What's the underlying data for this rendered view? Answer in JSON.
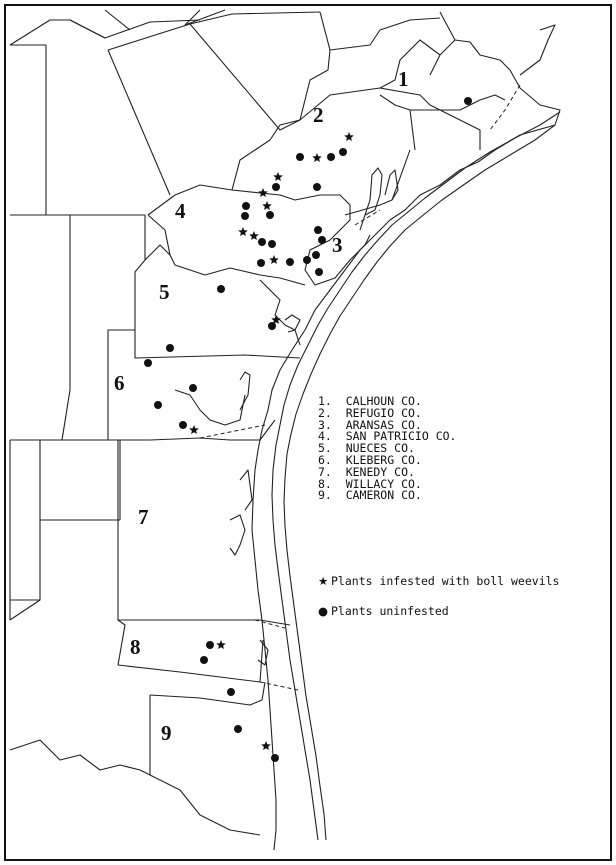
{
  "map": {
    "county_labels": [
      "1",
      "2",
      "3",
      "4",
      "5",
      "6",
      "7",
      "8",
      "9"
    ],
    "legend": {
      "counties": [
        {
          "num": "1.",
          "name": "CALHOUN CO."
        },
        {
          "num": "2.",
          "name": "REFUGIO CO."
        },
        {
          "num": "3.",
          "name": "ARANSAS CO."
        },
        {
          "num": "4.",
          "name": "SAN PATRICIO CO."
        },
        {
          "num": "5.",
          "name": "NUECES CO."
        },
        {
          "num": "6.",
          "name": "KLEBERG CO."
        },
        {
          "num": "7.",
          "name": "KENEDY CO."
        },
        {
          "num": "8.",
          "name": "WILLACY CO."
        },
        {
          "num": "9.",
          "name": "CAMERON CO."
        }
      ],
      "infested_label": "Plants infested with boll weevils",
      "uninfested_label": "Plants uninfested"
    },
    "symbols": {
      "infested_icon": "star-icon",
      "uninfested_icon": "dot-icon",
      "ink_color": "#111111"
    }
  }
}
